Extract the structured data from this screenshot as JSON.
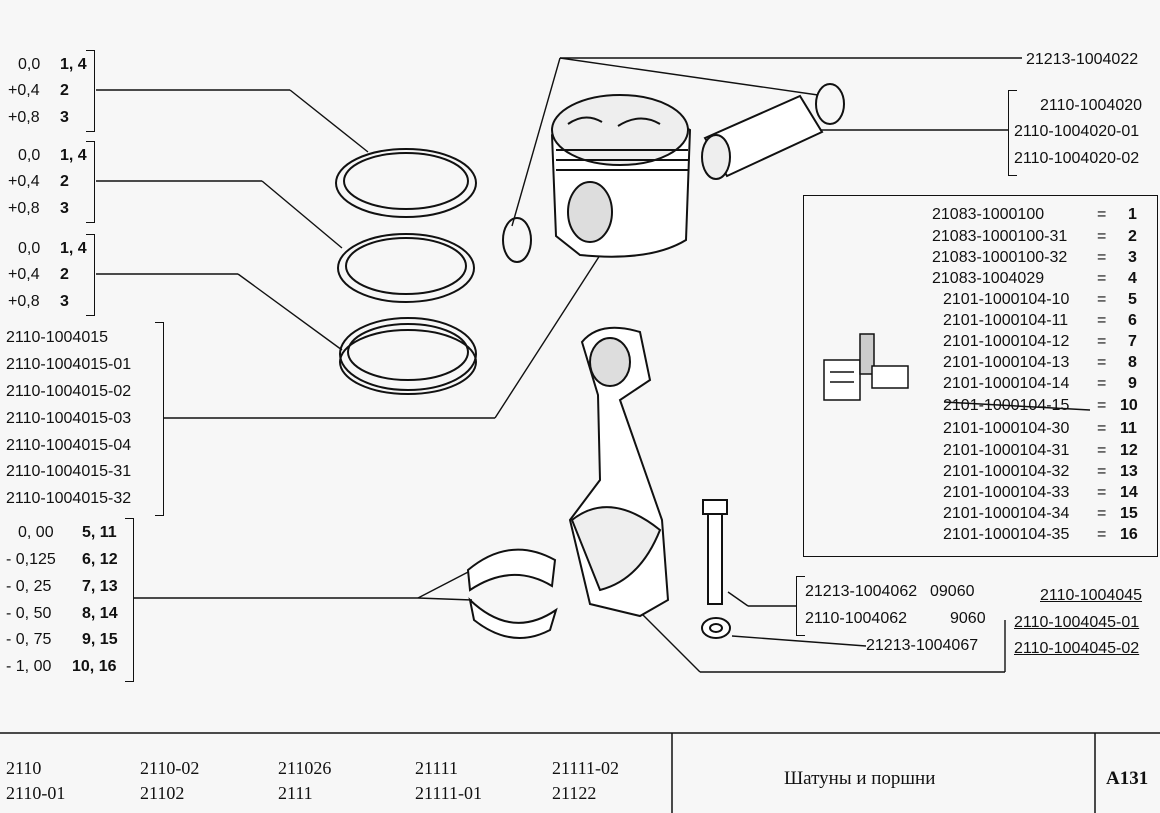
{
  "ring_sizes": [
    [
      {
        "size": "0,0",
        "nums": "1, 4"
      },
      {
        "size": "+0,4",
        "nums": "2"
      },
      {
        "size": "+0,8",
        "nums": "3"
      }
    ],
    [
      {
        "size": "0,0",
        "nums": "1, 4"
      },
      {
        "size": "+0,4",
        "nums": "2"
      },
      {
        "size": "+0,8",
        "nums": "3"
      }
    ],
    [
      {
        "size": "0,0",
        "nums": "1, 4"
      },
      {
        "size": "+0,4",
        "nums": "2"
      },
      {
        "size": "+0,8",
        "nums": "3"
      }
    ]
  ],
  "ring_set_codes": [
    "2110-1004015",
    "2110-1004015-01",
    "2110-1004015-02",
    "2110-1004015-03",
    "2110-1004015-04",
    "2110-1004015-31",
    "2110-1004015-32"
  ],
  "bearing_sizes": [
    {
      "size": "0, 00",
      "nums": "5, 11"
    },
    {
      "size": "- 0,125",
      "nums": "6, 12"
    },
    {
      "size": "- 0, 25",
      "nums": "7, 13"
    },
    {
      "size": "- 0, 50",
      "nums": "8, 14"
    },
    {
      "size": "- 0, 75",
      "nums": "9, 15"
    },
    {
      "size": "- 1, 00",
      "nums": "10, 16"
    }
  ],
  "circlip_code": "21213-1004022",
  "pin_codes": [
    "2110-1004020",
    "2110-1004020-01",
    "2110-1004020-02"
  ],
  "piston_table": [
    {
      "code": "21083-1000100",
      "eq": "=",
      "num": "1"
    },
    {
      "code": "21083-1000100-31",
      "eq": "=",
      "num": "2"
    },
    {
      "code": "21083-1000100-32",
      "eq": "=",
      "num": "3"
    },
    {
      "code": "21083-1004029",
      "eq": "=",
      "num": "4"
    },
    {
      "code": "2101-1000104-10",
      "eq": "=",
      "num": "5"
    },
    {
      "code": "2101-1000104-11",
      "eq": "=",
      "num": "6"
    },
    {
      "code": "2101-1000104-12",
      "eq": "=",
      "num": "7"
    },
    {
      "code": "2101-1000104-13",
      "eq": "=",
      "num": "8"
    },
    {
      "code": "2101-1000104-14",
      "eq": "=",
      "num": "9"
    },
    {
      "code": "2101-1000104-15",
      "eq": "=",
      "num": "10"
    },
    {
      "code": "2101-1000104-30",
      "eq": "=",
      "num": "11"
    },
    {
      "code": "2101-1000104-31",
      "eq": "=",
      "num": "12"
    },
    {
      "code": "2101-1000104-32",
      "eq": "=",
      "num": "13"
    },
    {
      "code": "2101-1000104-33",
      "eq": "=",
      "num": "14"
    },
    {
      "code": "2101-1000104-34",
      "eq": "=",
      "num": "15"
    },
    {
      "code": "2101-1000104-35",
      "eq": "=",
      "num": "16"
    }
  ],
  "bolt_codes": [
    {
      "code": "21213-1004062",
      "num": "09060"
    },
    {
      "code": "2110-1004062",
      "num": "9060"
    }
  ],
  "nut_code": "21213-1004067",
  "rod_codes": [
    "2110-1004045",
    "2110-1004045-01",
    "2110-1004045-02"
  ],
  "footer": {
    "models": [
      [
        "2110",
        "2110-01"
      ],
      [
        "2110-02",
        "21102"
      ],
      [
        "211026",
        "2111"
      ],
      [
        "21111",
        "21111-01"
      ],
      [
        "21111-02",
        "21122"
      ]
    ],
    "title": "Шатуны и поршни",
    "page": "A131"
  }
}
